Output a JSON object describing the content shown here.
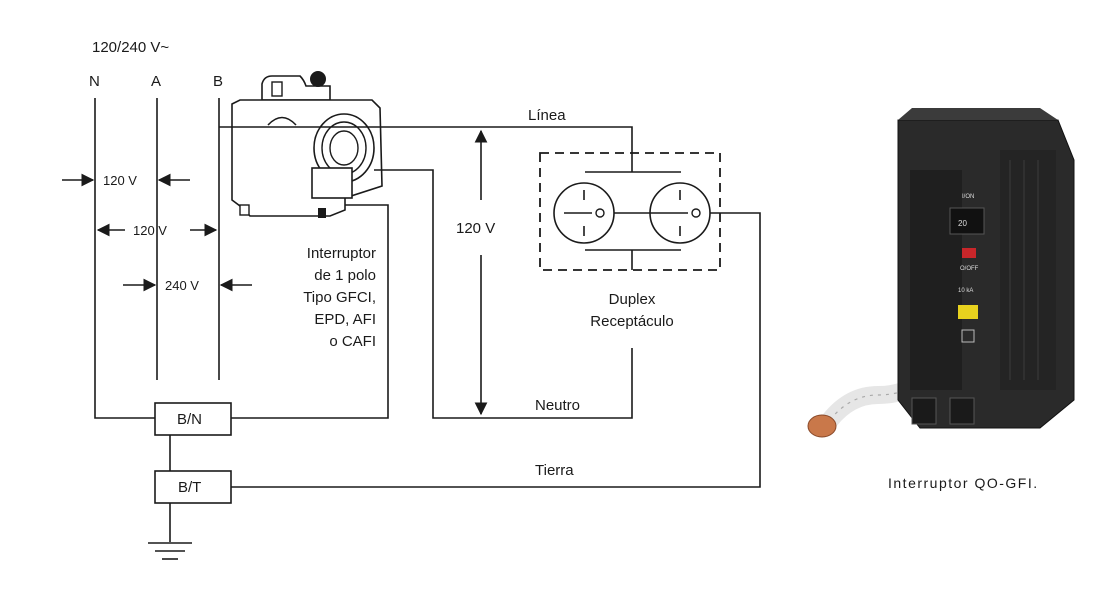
{
  "supply": {
    "voltage": "120/240 V~"
  },
  "buses": {
    "n": "N",
    "a": "A",
    "b": "B"
  },
  "measurements": {
    "v_n_a": "120 V",
    "v_n_b": "120 V",
    "v_a_b": "240 V",
    "v_line_neutral": "120 V"
  },
  "breaker": {
    "label_lines": [
      "Interruptor",
      "de 1 polo",
      "Tipo GFCI,",
      "EPD, AFI",
      "o CAFI"
    ]
  },
  "wires": {
    "line": "Línea",
    "neutral": "Neutro",
    "ground": "Tierra"
  },
  "terminals": {
    "neutral_bar": "B/N",
    "ground_bar": "B/T"
  },
  "receptacle": {
    "label_lines": [
      "Duplex",
      "Receptáculo"
    ]
  },
  "photo": {
    "caption": "Interruptor QO-GFI.",
    "face_labels": {
      "on": "I/ON",
      "rating": "20",
      "off": "O/OFF",
      "kaic": "10 kA"
    }
  },
  "colors": {
    "ink": "#1a1a1a",
    "breaker_body": "#2a2a2a",
    "test_button": "#e8d21e",
    "off_flag": "#c8262a",
    "pigtail": "#e6e6e6",
    "copper": "#c9784a"
  }
}
